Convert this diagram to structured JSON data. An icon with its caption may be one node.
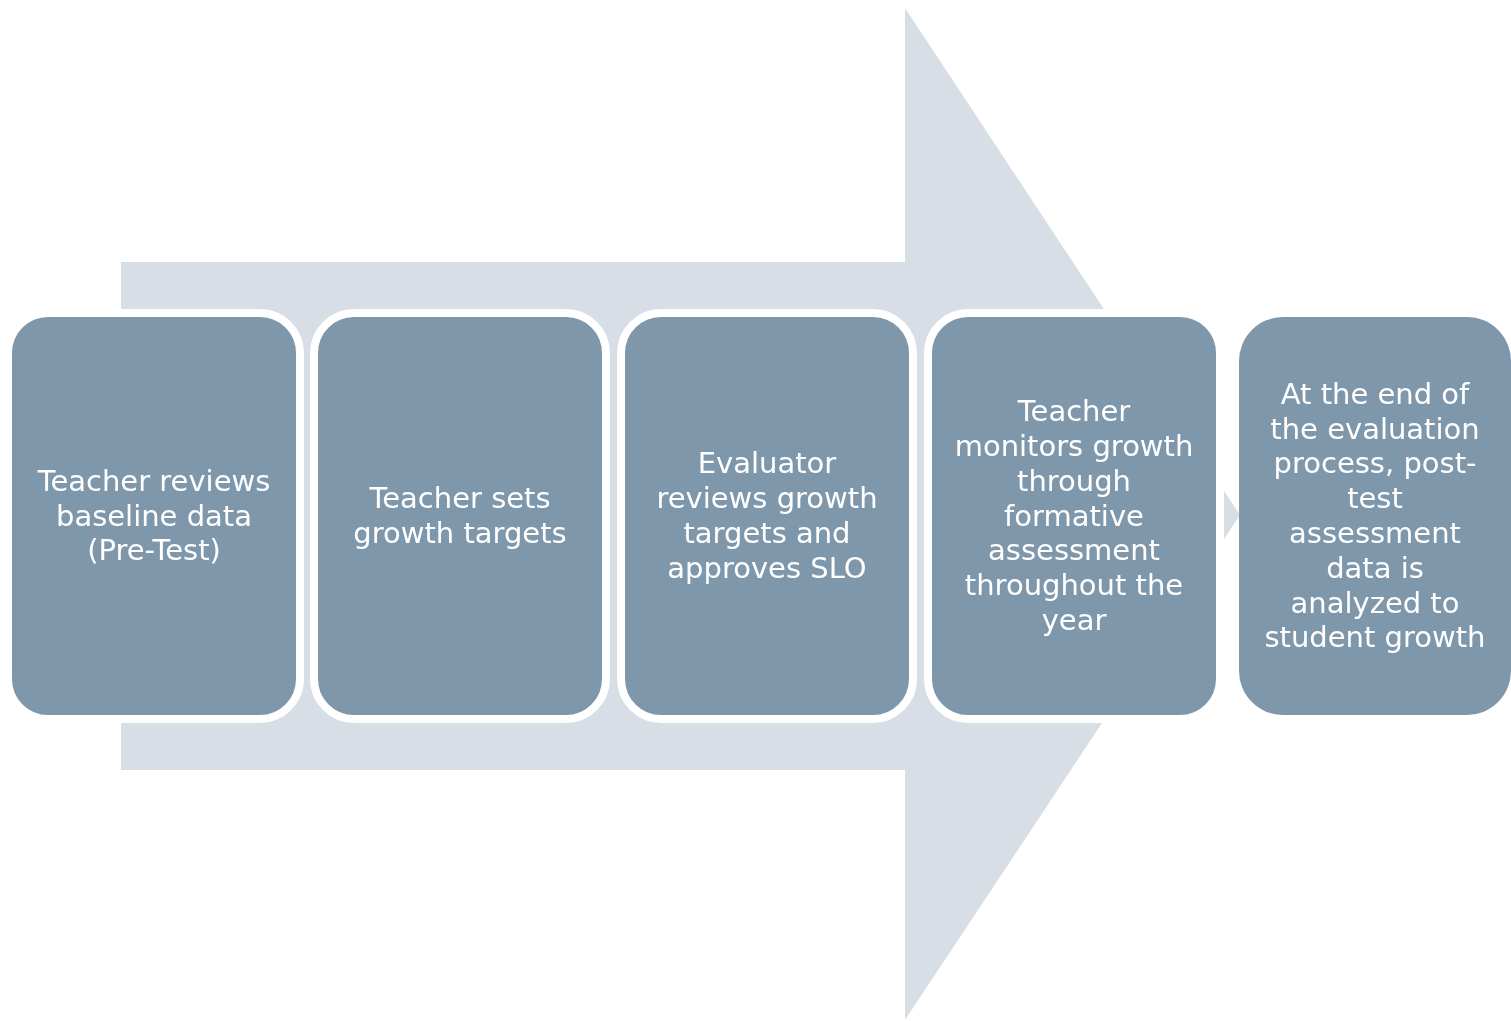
{
  "diagram": {
    "nodes": [
      {
        "text": [
          "Teacher reviews baseline data (Pre-Test)"
        ]
      },
      {
        "text": [
          "Teacher sets growth targets"
        ]
      },
      {
        "text": [
          "Evaluator reviews growth targets and approves SLO"
        ]
      },
      {
        "text": [
          "Teacher monitors growth through formative assessment throughout the year"
        ]
      },
      {
        "text": [
          "At the end of the evaluation process, post-test assessment data is analyzed to student growth"
        ]
      }
    ],
    "edges": [
      {
        "from": 0,
        "to": 4,
        "arrow": "to"
      }
    ]
  }
}
